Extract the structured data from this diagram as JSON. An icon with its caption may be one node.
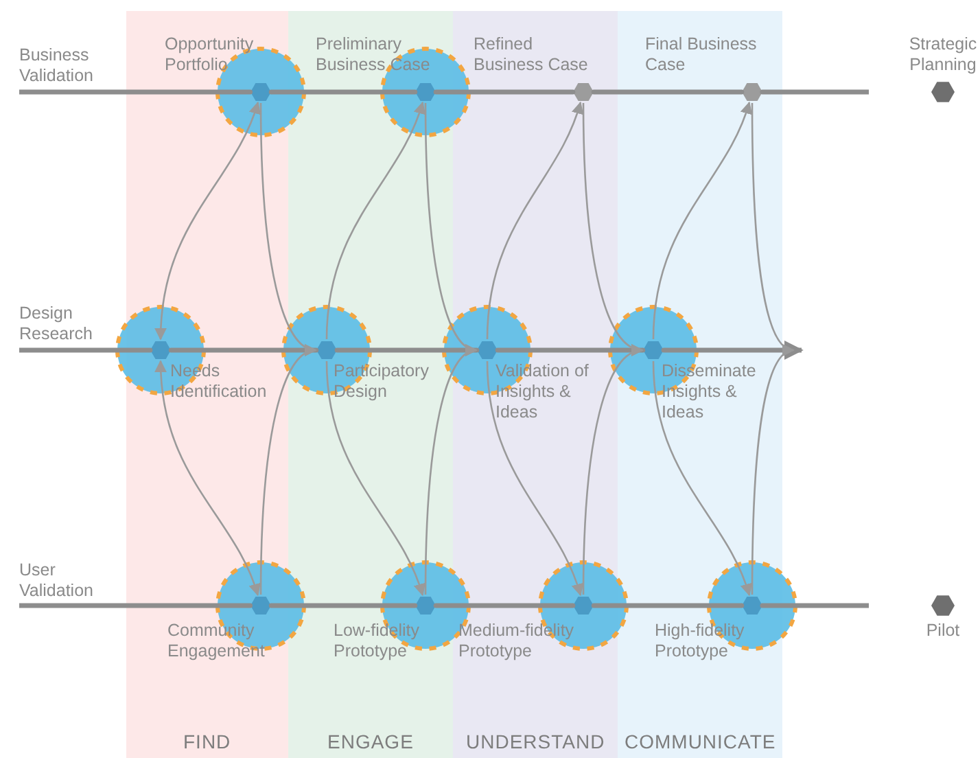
{
  "diagram": {
    "nodes": [
      {
        "text": [
          "Business Validation"
        ]
      },
      {
        "text": [
          "Opportunity Portfolio"
        ]
      },
      {
        "text": [
          "Preliminary Business Case"
        ]
      },
      {
        "text": [
          "Refined Business Case"
        ]
      },
      {
        "text": [
          "Final Business Case"
        ]
      },
      {
        "text": [
          "Strategic Planning"
        ]
      },
      {
        "text": [
          "Design Research"
        ]
      },
      {
        "text": [
          "Needs Identification"
        ]
      },
      {
        "text": [
          "Participatory Design"
        ]
      },
      {
        "text": [
          "Validation of Insights & Ideas"
        ]
      },
      {
        "text": [
          "Disseminate Insights & Ideas"
        ]
      },
      {
        "text": [
          "User Validation"
        ]
      },
      {
        "text": [
          "Community Engagement"
        ]
      },
      {
        "text": [
          "Low-fidelity Prototype"
        ]
      },
      {
        "text": [
          "Medium-fidelity Prototype"
        ]
      },
      {
        "text": [
          "High-fidelity Prototype"
        ]
      },
      {
        "text": [
          "Pilot"
        ]
      }
    ],
    "edges": [
      {
        "from": 0,
        "to": 1,
        "arrow": "none",
        "style": "thick"
      },
      {
        "from": 1,
        "to": 2,
        "arrow": "none",
        "style": "thick"
      },
      {
        "from": 2,
        "to": 3,
        "arrow": "none",
        "style": "thick"
      },
      {
        "from": 3,
        "to": 4,
        "arrow": "none",
        "style": "thick"
      },
      {
        "from": 4,
        "to": null,
        "arrow": "none",
        "style": "thick"
      },
      {
        "from": 6,
        "to": 7,
        "arrow": "none",
        "style": "thick"
      },
      {
        "from": 7,
        "to": 8,
        "arrow": "none",
        "style": "thick"
      },
      {
        "from": 8,
        "to": 9,
        "arrow": "none",
        "style": "thick"
      },
      {
        "from": 9,
        "to": 10,
        "arrow": "none",
        "style": "thick"
      },
      {
        "from": 10,
        "to": null,
        "arrow": "to",
        "style": "thick"
      },
      {
        "from": 11,
        "to": 12,
        "arrow": "none",
        "style": "thick"
      },
      {
        "from": 12,
        "to": 13,
        "arrow": "none",
        "style": "thick"
      },
      {
        "from": 13,
        "to": 14,
        "arrow": "none",
        "style": "thick"
      },
      {
        "from": 14,
        "to": 15,
        "arrow": "none",
        "style": "thick"
      },
      {
        "from": 15,
        "to": null,
        "arrow": "none",
        "style": "thick"
      },
      {
        "from": 7,
        "to": 1,
        "arrow": "both"
      },
      {
        "from": 1,
        "to": 8,
        "arrow": "to"
      },
      {
        "from": 7,
        "to": 12,
        "arrow": "both"
      },
      {
        "from": 12,
        "to": 8,
        "arrow": "to"
      },
      {
        "from": 8,
        "to": 2,
        "arrow": "to"
      },
      {
        "from": 2,
        "to": 9,
        "arrow": "to"
      },
      {
        "from": 8,
        "to": 13,
        "arrow": "to"
      },
      {
        "from": 13,
        "to": 9,
        "arrow": "to"
      },
      {
        "from": 9,
        "to": 3,
        "arrow": "to"
      },
      {
        "from": 3,
        "to": 10,
        "arrow": "to"
      },
      {
        "from": 9,
        "to": 14,
        "arrow": "to"
      },
      {
        "from": 14,
        "to": 10,
        "arrow": "to"
      },
      {
        "from": 10,
        "to": 4,
        "arrow": "to"
      },
      {
        "from": 4,
        "to": null,
        "arrow": "to"
      },
      {
        "from": 10,
        "to": 15,
        "arrow": "to"
      },
      {
        "from": 15,
        "to": null,
        "arrow": "to"
      }
    ],
    "labels": [
      "FIND",
      "ENGAGE",
      "UNDERSTAND",
      "COMMUNICATE"
    ]
  }
}
